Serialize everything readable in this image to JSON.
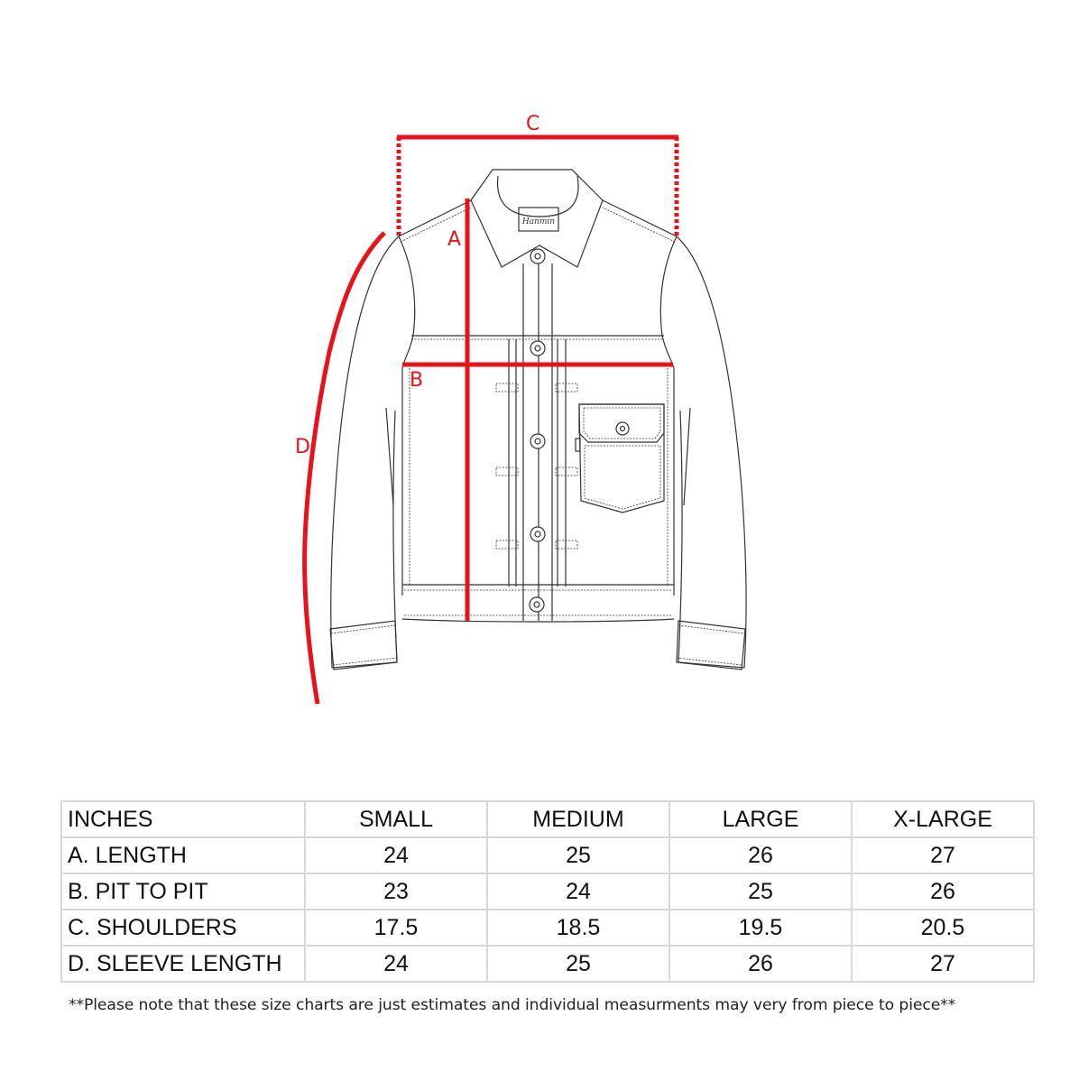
{
  "diagram": {
    "labels": {
      "a": "A",
      "b": "B",
      "c": "C",
      "d": "D"
    },
    "brand_tag": "Hanmin",
    "measure_color": "#e8121b",
    "line_color": "#333333"
  },
  "table": {
    "unit_header": "INCHES",
    "columns": [
      "SMALL",
      "MEDIUM",
      "LARGE",
      "X-LARGE"
    ],
    "rows": [
      {
        "label": "A. LENGTH",
        "values": [
          "24",
          "25",
          "26",
          "27"
        ]
      },
      {
        "label": "B. PIT TO PIT",
        "values": [
          "23",
          "24",
          "25",
          "26"
        ]
      },
      {
        "label": "C. SHOULDERS",
        "values": [
          "17.5",
          "18.5",
          "19.5",
          "20.5"
        ]
      },
      {
        "label": "D. SLEEVE LENGTH",
        "values": [
          "24",
          "25",
          "26",
          "27"
        ]
      }
    ]
  },
  "note": "**Please note that these size charts are just estimates and individual measurments may very from piece to piece**",
  "chart_data": {
    "type": "table",
    "title": "Jacket size chart",
    "unit": "inches",
    "columns": [
      "SMALL",
      "MEDIUM",
      "LARGE",
      "X-LARGE"
    ],
    "rows": [
      {
        "measurement": "A. LENGTH",
        "values": [
          24,
          25,
          26,
          27
        ]
      },
      {
        "measurement": "B. PIT TO PIT",
        "values": [
          23,
          24,
          25,
          26
        ]
      },
      {
        "measurement": "C. SHOULDERS",
        "values": [
          17.5,
          18.5,
          19.5,
          20.5
        ]
      },
      {
        "measurement": "D. SLEEVE LENGTH",
        "values": [
          24,
          25,
          26,
          27
        ]
      }
    ]
  }
}
